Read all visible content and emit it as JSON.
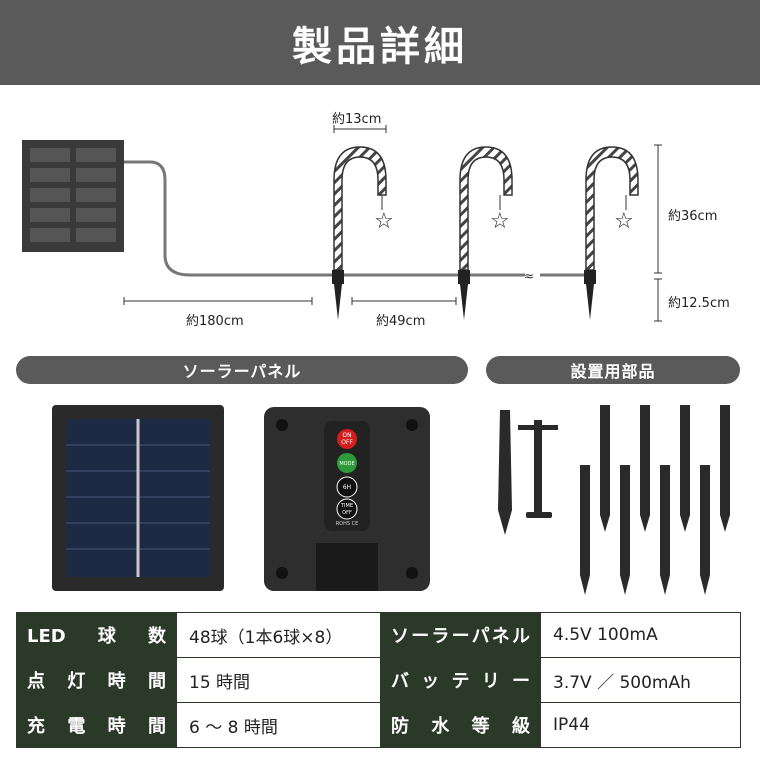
{
  "header": {
    "title": "製品詳細"
  },
  "dimensions": {
    "width": "約13cm",
    "height": "約36cm",
    "stake": "約12.5cm",
    "cable": "約180cm",
    "spacing": "約49cm"
  },
  "sections": {
    "solar_panel": "ソーラーパネル",
    "parts": "設置用部品"
  },
  "control_box": {
    "buttons": [
      "ON",
      "OFF",
      "MODE",
      "6H",
      "TIME",
      "OFF"
    ],
    "marks": "ROHS  CE"
  },
  "specs": [
    {
      "label": "LED球数",
      "value": "48球（1本6球×8）",
      "label2": "ソーラーパネル",
      "value2": "4.5V 100mA"
    },
    {
      "label": "点灯時間",
      "value": "15 時間",
      "label2": "バッテリー",
      "value2": "3.7V ／ 500mAh"
    },
    {
      "label": "充電時間",
      "value": "6 〜 8 時間",
      "label2": "防水等級",
      "value2": "IP44"
    }
  ],
  "colors": {
    "header_bg": "#5a5a5a",
    "label_bg": "#2b3a28"
  }
}
